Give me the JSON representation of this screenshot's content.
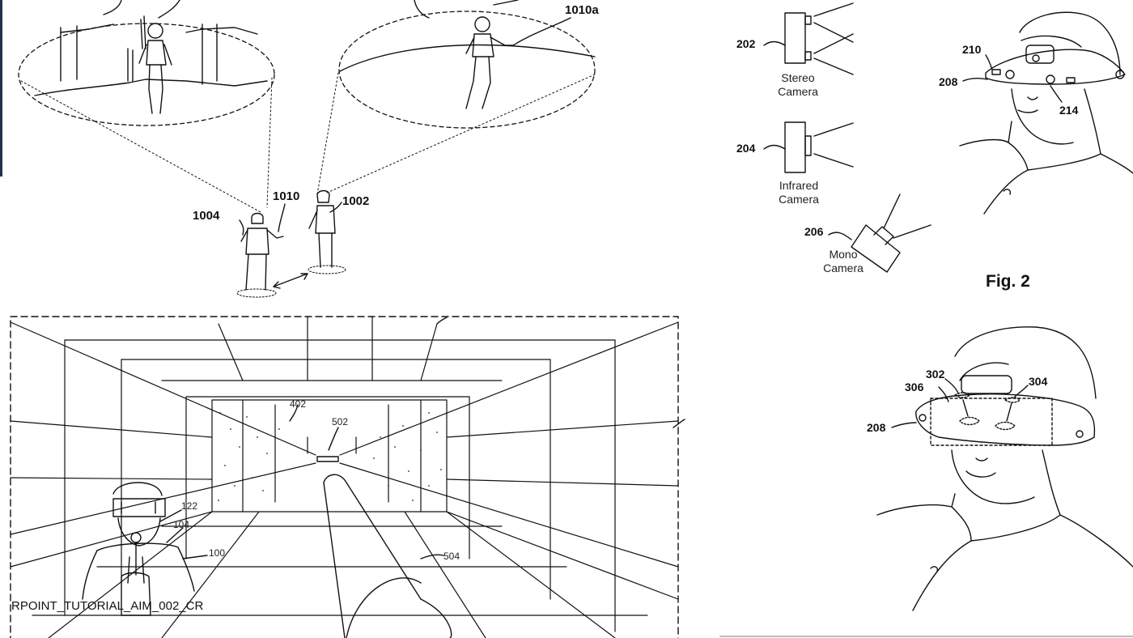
{
  "panels": {
    "fig10": {
      "labels": {
        "l1010a": "1010a",
        "l1010": "1010",
        "l1004": "1004",
        "l1002": "1002"
      }
    },
    "fig2": {
      "labels": {
        "l202": "202",
        "l204": "204",
        "l206": "206",
        "l210": "210",
        "l208": "208",
        "l214": "214"
      },
      "captions": {
        "stereo": [
          "Stereo",
          "Camera"
        ],
        "infrared": [
          "Infrared",
          "Camera"
        ],
        "mono": [
          "Mono",
          "Camera"
        ]
      },
      "title": "Fig. 2"
    },
    "fig5": {
      "labels": {
        "l402": "402",
        "l502": "502",
        "l122": "122",
        "l104": "104",
        "l100": "100",
        "l504": "504"
      },
      "overlay_text": "RPOINT_TUTORIAL_AIM_002_CR"
    },
    "fig3": {
      "labels": {
        "l302": "302",
        "l304": "304",
        "l306": "306",
        "l208": "208"
      }
    }
  }
}
